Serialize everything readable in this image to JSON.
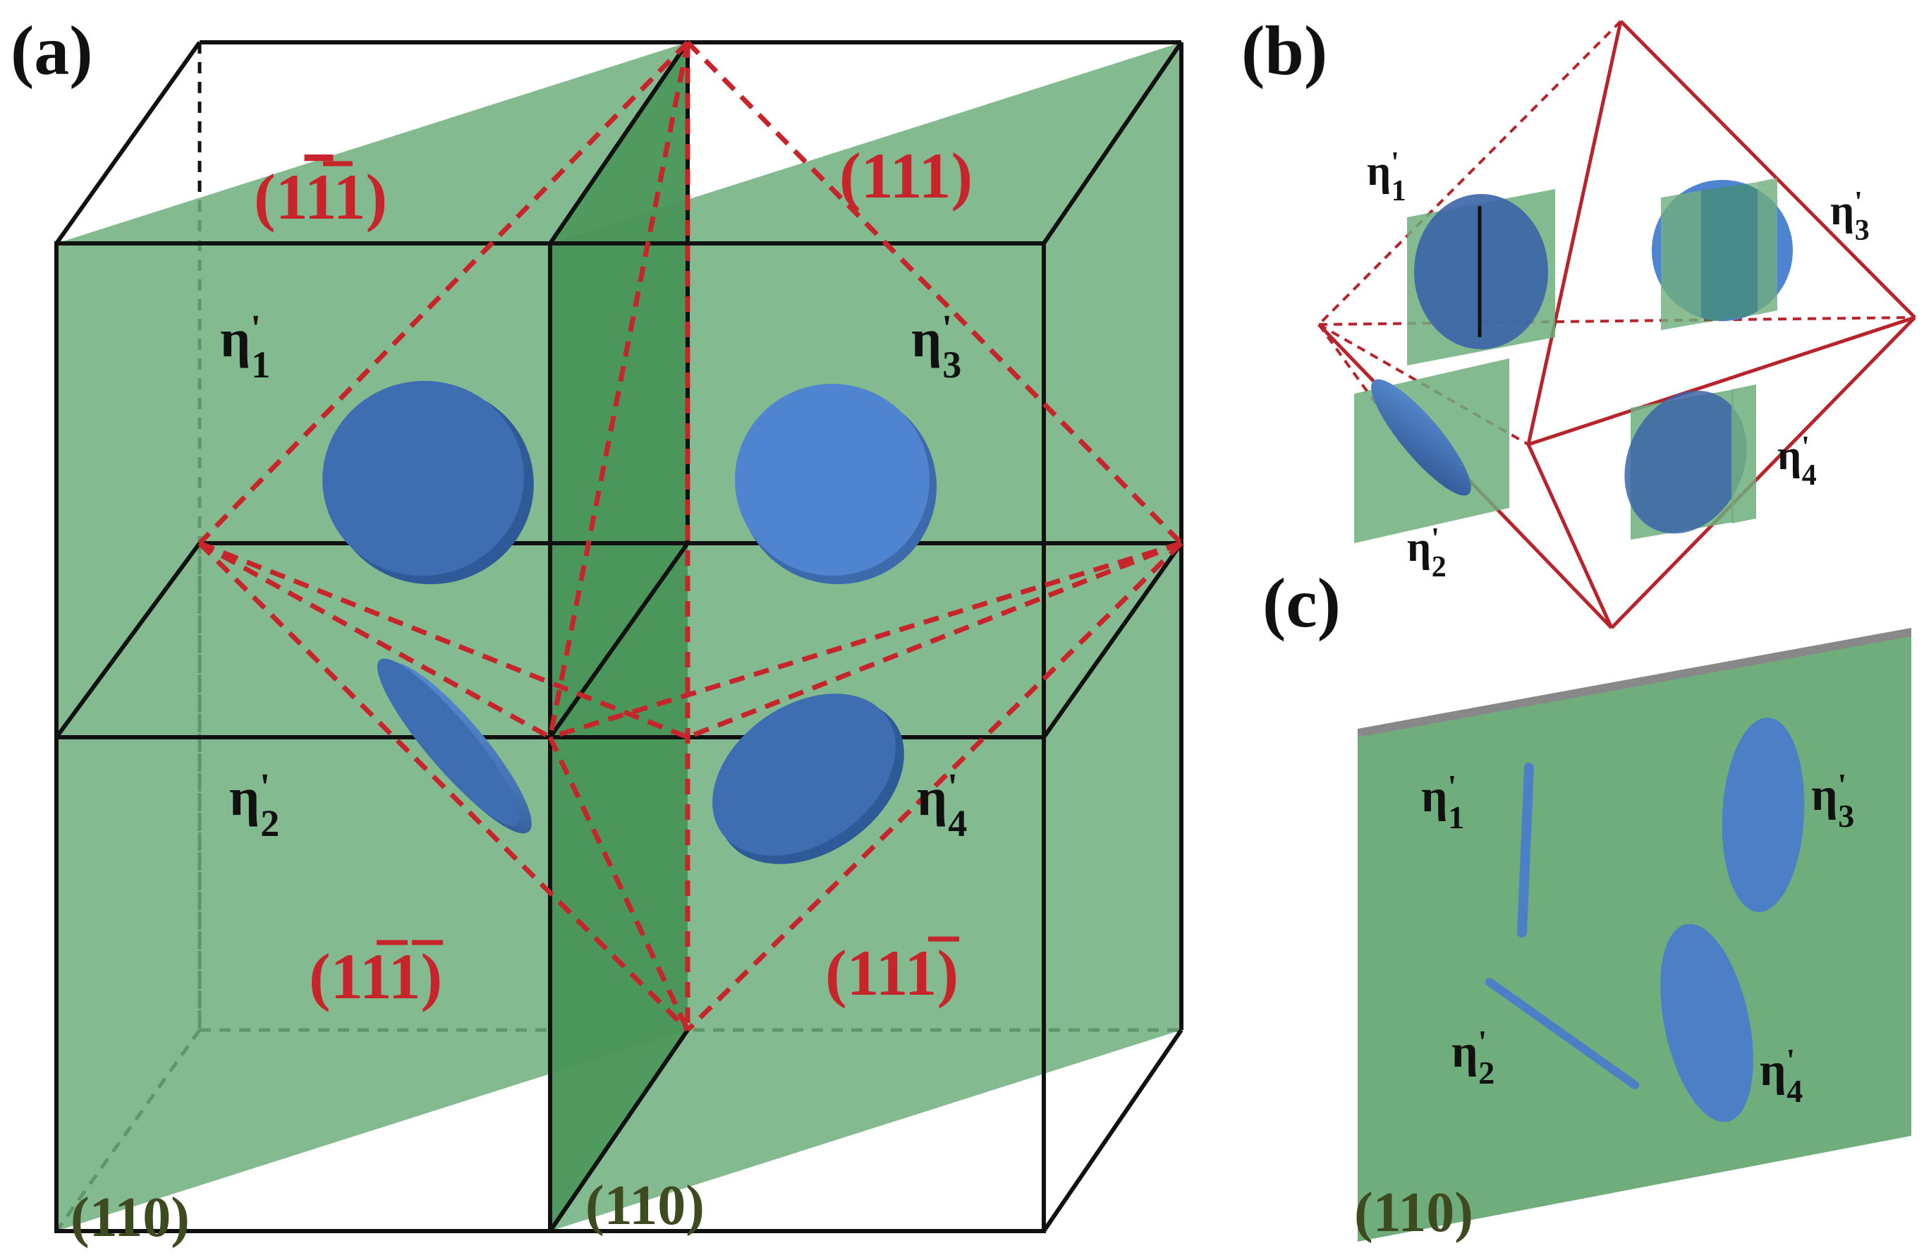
{
  "colors": {
    "plane_green": "#6fae7c",
    "plane_dark_green": "#3f8f4f",
    "disk_blue": "#4c7fc6",
    "disk_dark_blue": "#3a64a8",
    "label_red": "#c8242b",
    "label_olive": "#3e4a20",
    "edge_black": "#111111"
  },
  "panel_a": {
    "label": "(a)",
    "planes": {
      "p_1m11": "(1",
      "p_1m11_bar": "1",
      "p_1m11_end": "1)",
      "p_111": "(111)",
      "p_1m1m1": "(1",
      "p_1m1m1_bar": "11",
      "p_1m1m1_end": ")",
      "p_11m1": "(11",
      "p_11m1_bar": "1",
      "p_11m1_end": ")",
      "p_110_left": "(110)",
      "p_110_right": "(110)"
    },
    "variants": {
      "eta1": "η",
      "eta1_sub": "1",
      "eta2": "η",
      "eta2_sub": "2",
      "eta3": "η",
      "eta3_sub": "3",
      "eta4": "η",
      "eta4_sub": "4",
      "prime": "'"
    }
  },
  "panel_b": {
    "label": "(b)",
    "variants": {
      "eta1": "η",
      "eta1_sub": "1",
      "eta2": "η",
      "eta2_sub": "2",
      "eta3": "η",
      "eta3_sub": "3",
      "eta4": "η",
      "eta4_sub": "4",
      "prime": "'"
    }
  },
  "panel_c": {
    "label": "(c)",
    "plane": "(110)",
    "variants": {
      "eta1": "η",
      "eta1_sub": "1",
      "eta2": "η",
      "eta2_sub": "2",
      "eta3": "η",
      "eta3_sub": "3",
      "eta4": "η",
      "eta4_sub": "4",
      "prime": "'"
    }
  }
}
